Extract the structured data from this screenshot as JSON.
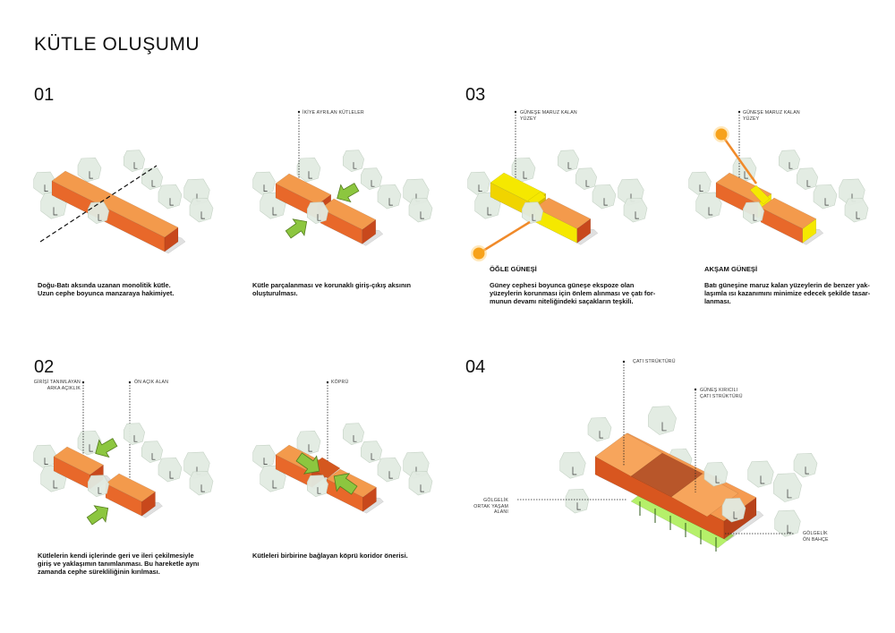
{
  "title": "KÜTLE OLUŞUMU",
  "sections": {
    "s01": {
      "number": "01"
    },
    "s02": {
      "number": "02"
    },
    "s03": {
      "number": "03"
    },
    "s04": {
      "number": "04"
    }
  },
  "panels": {
    "p01a": {
      "caption": "Doğu-Batı aksında uzanan monolitik kütle.\nUzun cephe boyunca manzaraya hakimiyet."
    },
    "p01b": {
      "label": "İKİYE AYRILAN KÜTLELER",
      "caption": "Kütle parçalanması ve korunaklı giriş-çıkış aksının\noluşturulması."
    },
    "p03a": {
      "label": "GÜNEŞE MARUZ KALAN\nYÜZEY",
      "subtitle": "ÖĞLE GÜNEŞİ",
      "caption": "Güney cephesi boyunca güneşe ekspoze olan\nyüzeylerin korunması için önlem alınması ve çatı for-\nmunun devamı niteliğindeki saçakların teşkili."
    },
    "p03b": {
      "label": "GÜNEŞE MARUZ KALAN\nYÜZEY",
      "subtitle": "AKŞAM GÜNEŞİ",
      "caption": "Batı güneşine maruz kalan yüzeylerin de benzer yak-\nlaşımla ısı kazanımını minimize edecek şekilde tasar-\nlanması."
    },
    "p02a": {
      "label_left": "GİRİŞİ TANIMLAYAN\nARKA AÇIKLIK",
      "label_right": "ÖN AÇIK ALAN",
      "caption": "Kütlelerin kendi içlerinde geri ve ileri çekilmesiyle\ngiriş ve yaklaşımın tanımlanması. Bu hareketle aynı\nzamanda cephe sürekliliğinin kırılması."
    },
    "p02b": {
      "label": "KÖPRÜ",
      "caption": "Kütleleri birbirine bağlayan köprü koridor önerisi."
    },
    "p04": {
      "label_roof": "ÇATI STRÜKTÜRÜ",
      "label_sunbreak": "GÜNEŞ KIRICILI\nÇATI STRÜKTÜRÜ",
      "label_common": "GÖLGELİK\nORTAK YAŞAM\nALANI",
      "label_garden": "GÖLGELİK\nÖN BAHÇE"
    }
  },
  "colors": {
    "mass_top": "#f39a4c",
    "mass_front": "#e8682a",
    "mass_side": "#c8481c",
    "tree": "#e2ebe2",
    "arrow": "#8cc63f",
    "sun": "#f7a21b",
    "exposed": "#f5e800",
    "grass": "#b5f06a"
  }
}
